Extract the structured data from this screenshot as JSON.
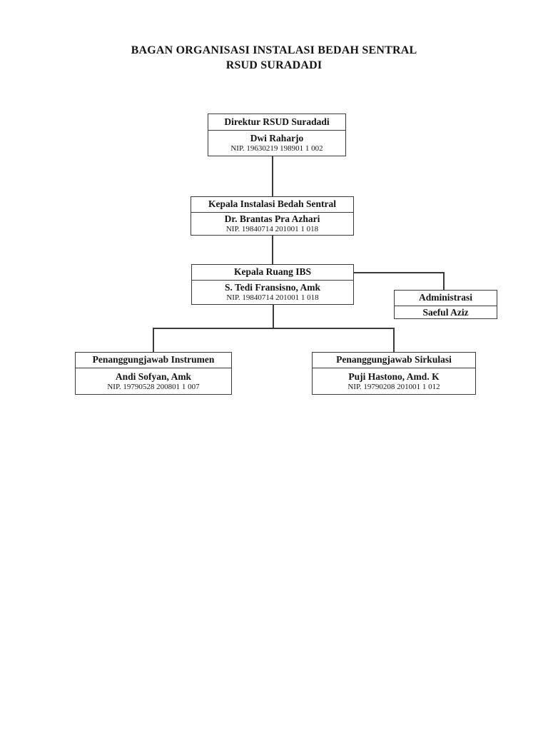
{
  "title": {
    "line1": "BAGAN ORGANISASI INSTALASI BEDAH SENTRAL",
    "line2": "RSUD SURADADI"
  },
  "nodes": {
    "direktur": {
      "title": "Direktur RSUD Suradadi",
      "name": "Dwi Raharjo",
      "nip": "NIP. 19630219 198901 1 002"
    },
    "kepala_instalasi": {
      "title": "Kepala Instalasi Bedah Sentral",
      "name": "Dr. Brantas Pra Azhari",
      "nip": "NIP. 19840714 201001 1 018"
    },
    "kepala_ruang": {
      "title": "Kepala Ruang IBS",
      "name": "S. Tedi Fransisno, Amk",
      "nip": "NIP. 19840714 201001 1 018"
    },
    "administrasi": {
      "title": "Administrasi",
      "name": "Saeful Aziz"
    },
    "pj_instrumen": {
      "title": "Penanggungjawab Instrumen",
      "name": "Andi Sofyan, Amk",
      "nip": "NIP. 19790528 200801 1 007"
    },
    "pj_sirkulasi": {
      "title": "Penanggungjawab Sirkulasi",
      "name": "Puji Hastono, Amd. K",
      "nip": "NIP. 19790208 201001 1 012"
    }
  },
  "hierarchy": {
    "direktur": [
      "kepala_instalasi"
    ],
    "kepala_instalasi": [
      "kepala_ruang"
    ],
    "kepala_ruang": [
      "administrasi",
      "pj_instrumen",
      "pj_sirkulasi"
    ]
  },
  "colors": {
    "line": "#3a3a3a",
    "text": "#141414",
    "background": "#ffffff"
  }
}
